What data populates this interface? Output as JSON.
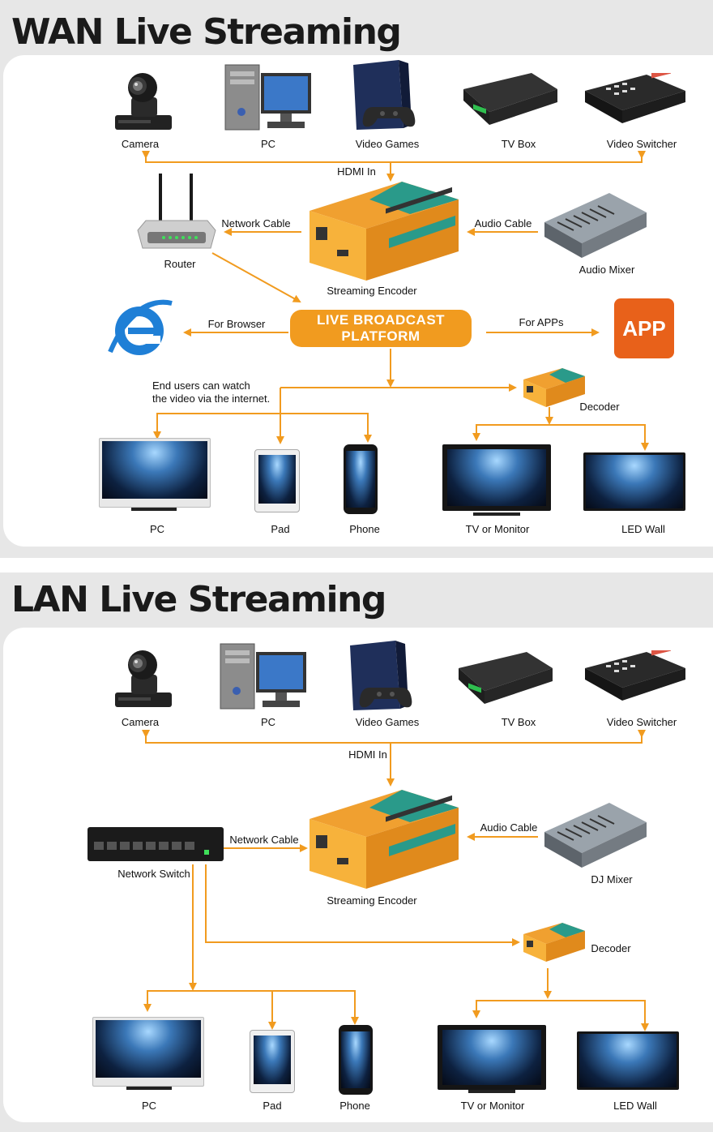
{
  "wan": {
    "title": "WAN Live Streaming",
    "sources": [
      "Camera",
      "PC",
      "Video Games",
      "TV Box",
      "Video Switcher"
    ],
    "hdmi_in": "HDMI In",
    "network_cable": "Network Cable",
    "audio_cable": "Audio Cable",
    "router": "Router",
    "encoder": "Streaming Encoder",
    "audio_mixer": "Audio Mixer",
    "for_browser": "For Browser",
    "platform_line1": "LIVE BROADCAST",
    "platform_line2": "PLATFORM",
    "for_apps": "For APPs",
    "app_badge": "APP",
    "note_line1": "End users can watch",
    "note_line2": "the video via the internet.",
    "decoder": "Decoder",
    "outputs": [
      "PC",
      "Pad",
      "Phone",
      "TV or Monitor",
      "LED Wall"
    ]
  },
  "lan": {
    "title": "LAN Live Streaming",
    "sources": [
      "Camera",
      "PC",
      "Video Games",
      "TV Box",
      "Video Switcher"
    ],
    "hdmi_in": "HDMI In",
    "network_cable": "Network Cable",
    "audio_cable": "Audio Cable",
    "network_switch": "Network Switch",
    "encoder": "Streaming Encoder",
    "dj_mixer": "DJ Mixer",
    "decoder": "Decoder",
    "outputs": [
      "PC",
      "Pad",
      "Phone",
      "TV or Monitor",
      "LED Wall"
    ]
  },
  "colors": {
    "arrow": "#f19b1f",
    "platform": "#f19b1f",
    "app": "#e8611a",
    "encoder_orange": "#f0a030",
    "encoder_teal": "#2a9a8a",
    "panel_bg": "#e7e7e7"
  },
  "icons": [
    "camera-icon",
    "pc-icon",
    "game-console-icon",
    "tv-box-icon",
    "video-switcher-icon",
    "router-icon",
    "encoder-icon",
    "audio-mixer-icon",
    "browser-icon",
    "app-icon",
    "decoder-icon",
    "monitor-icon",
    "tablet-icon",
    "phone-icon",
    "tv-icon",
    "led-wall-icon",
    "network-switch-icon"
  ]
}
